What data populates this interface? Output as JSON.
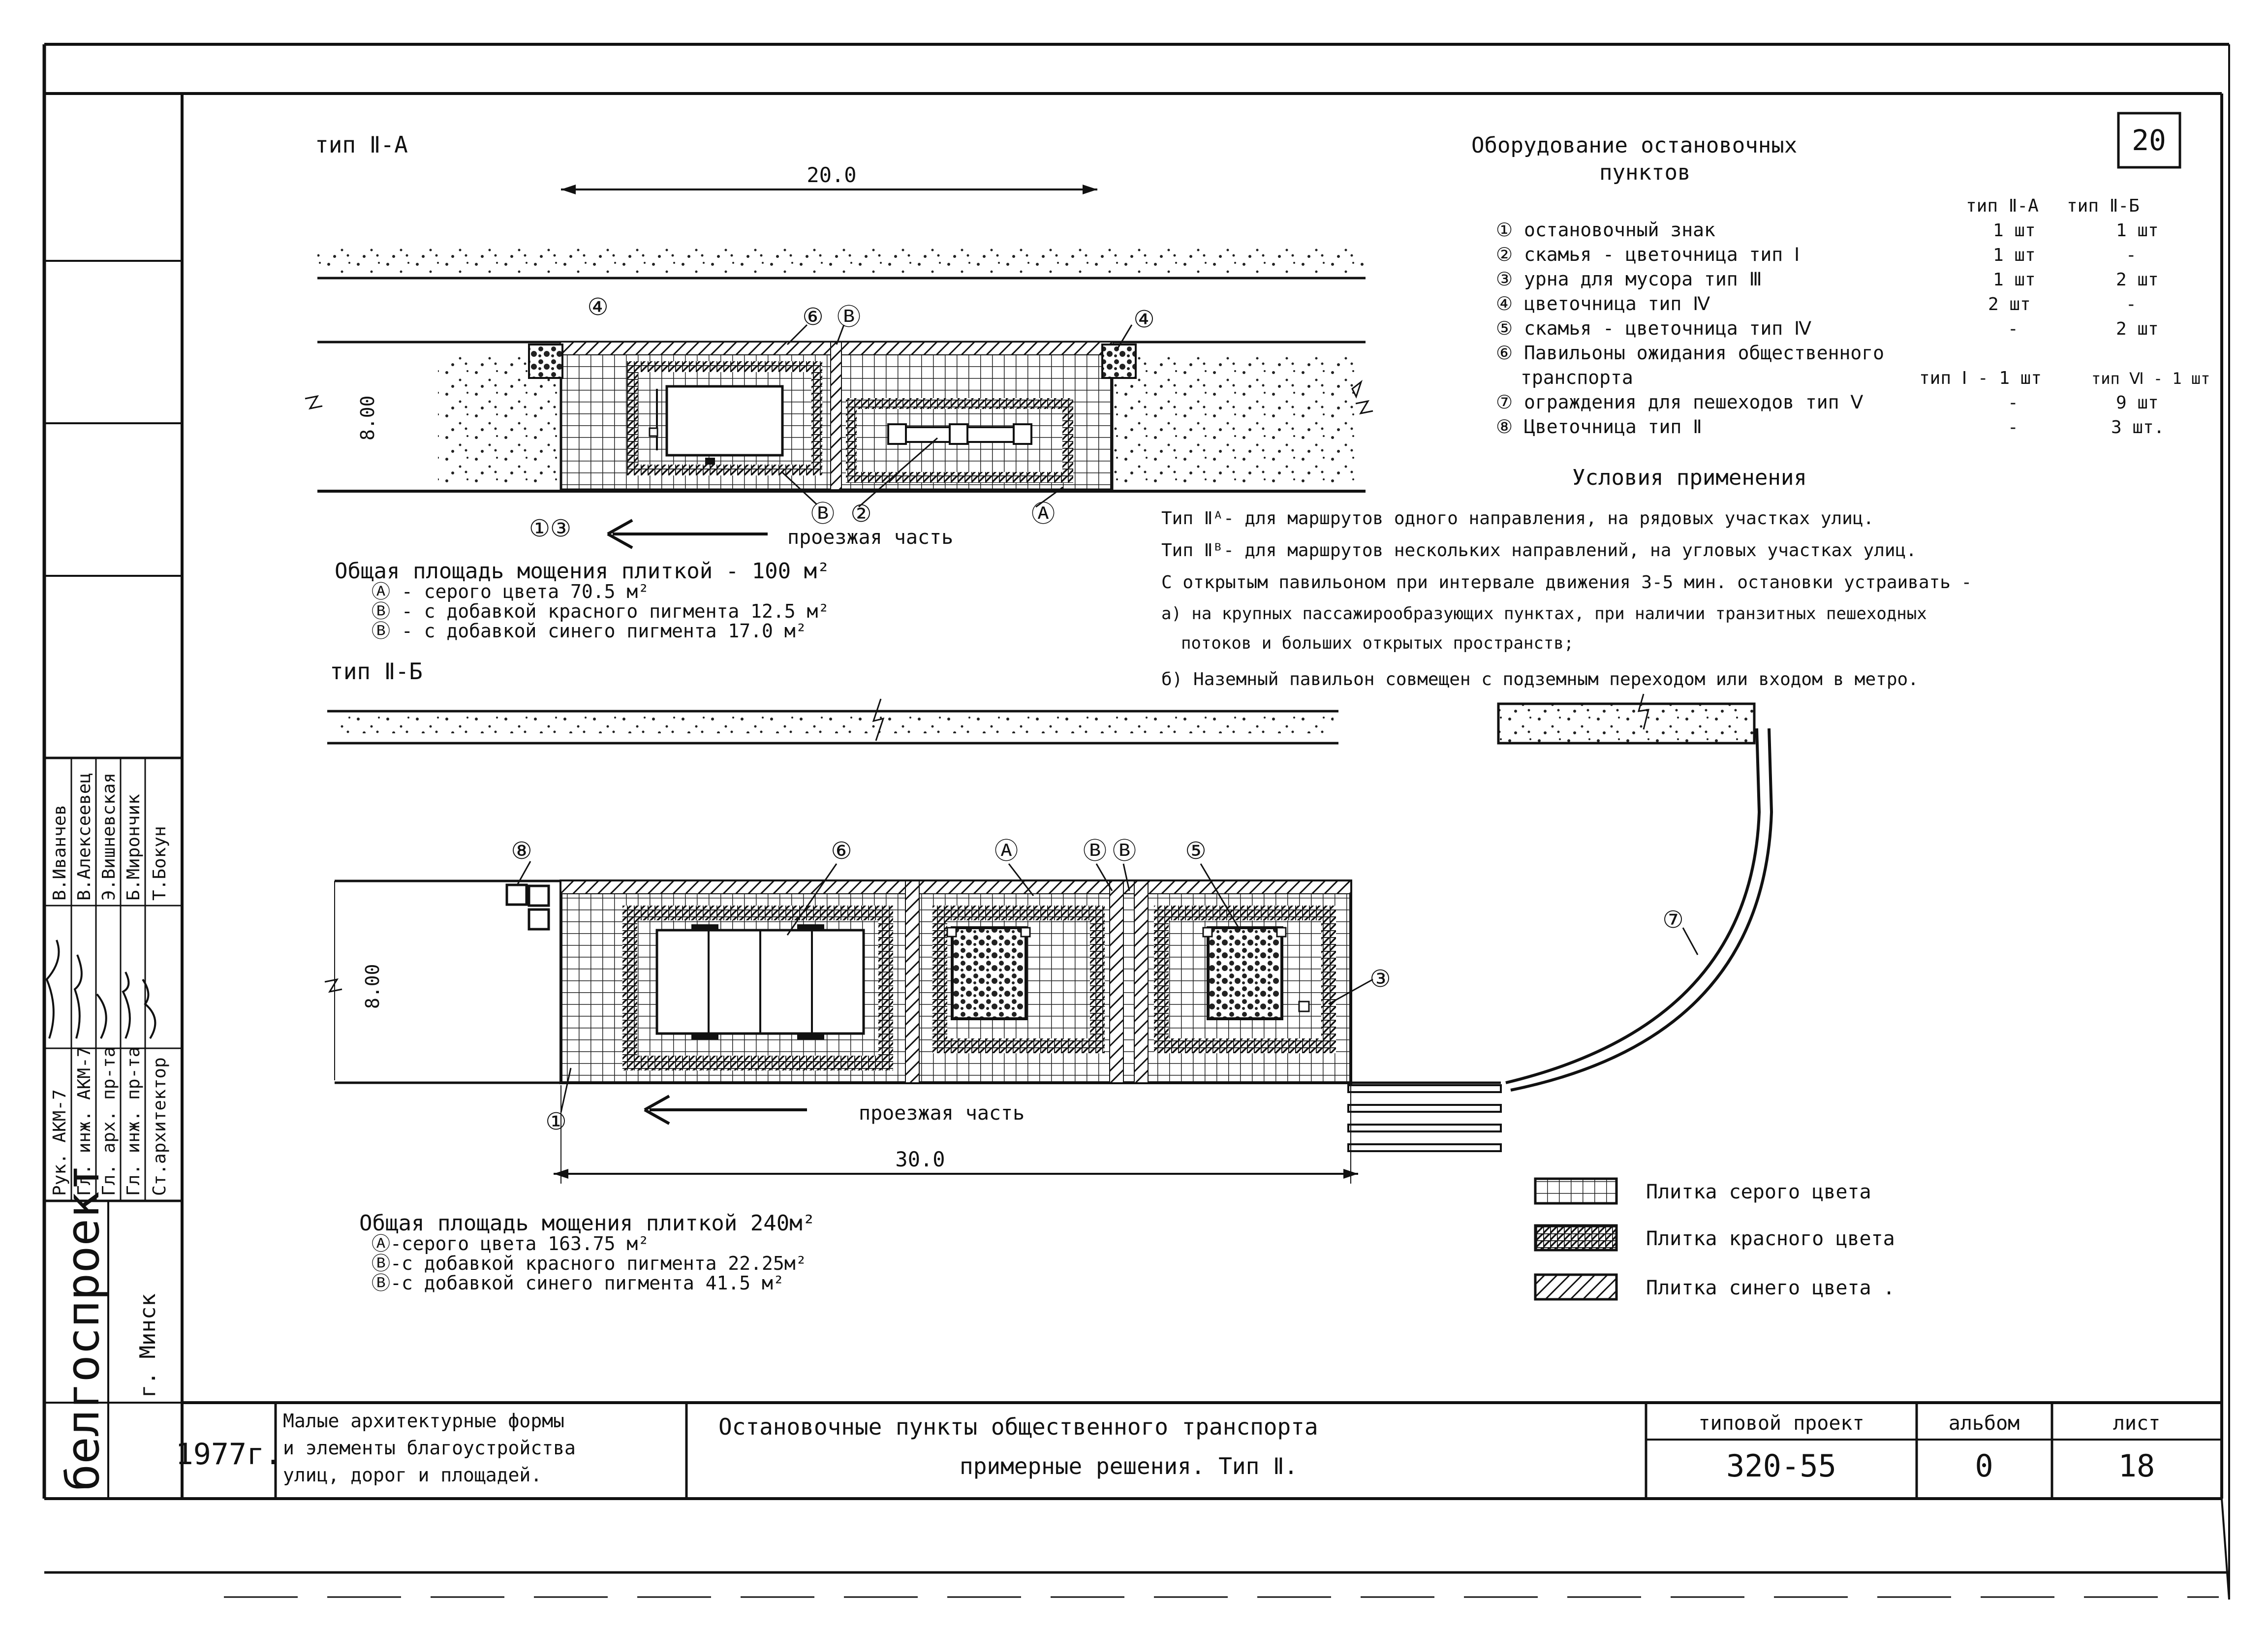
{
  "sheet": {
    "number": "20",
    "stamp_org": "белгоспроект",
    "stamp_city": "г. Минск",
    "roles": [
      {
        "role": "Рук. АКМ-7",
        "name": "В.Иванчев"
      },
      {
        "role": "Гл. инж. АКМ-7",
        "name": "В.Алексеевец"
      },
      {
        "role": "Гл. арх. пр-та",
        "name": "Э.Вишневская"
      },
      {
        "role": "Гл. инж. пр-та",
        "name": "Б.Мирончик"
      },
      {
        "role": "Ст.архитектор",
        "name": "Т.Бокун"
      }
    ]
  },
  "plan_a": {
    "title": "тип Ⅱ-А",
    "length": "20.0",
    "width": "8.00",
    "road_label": "проезжая часть",
    "markers_left": "①③",
    "callouts": {
      "m4_left": "④",
      "m6": "⑥",
      "m5": "Ⓑ",
      "m4_right": "④",
      "m_bottom_b": "Ⓑ",
      "m_bottom_2": "②",
      "m_bottom_a": "Ⓐ"
    },
    "area_title": "Общая площадь мощения плиткой - 100 м²",
    "area_items": [
      "Ⓐ - серого цвета 70.5 м²",
      "Ⓑ - с добавкой красного пигмента 12.5 м²",
      "Ⓑ - с добавкой синего пигмента 17.0 м²"
    ]
  },
  "plan_b": {
    "title": "тип Ⅱ-Б",
    "length": "30.0",
    "width": "8.00",
    "road_label": "проезжая часть",
    "callouts": {
      "m8": "⑧",
      "m6": "⑥",
      "mA": "Ⓐ",
      "mB1": "Ⓑ",
      "mB2": "Ⓑ",
      "m5": "⑤",
      "m3": "③",
      "m1": "①",
      "m7": "⑦"
    },
    "area_title": "Общая площадь мощения плиткой 240м²",
    "area_items": [
      "Ⓐ-серого цвета 163.75 м²",
      "Ⓑ-с добавкой красного пигмента 22.25м²",
      "Ⓑ-с добавкой синего пигмента 41.5 м²"
    ]
  },
  "equipment": {
    "title_line1": "Оборудование остановочных",
    "title_line2": "пунктов",
    "col_a": "тип Ⅱ-А",
    "col_b": "тип Ⅱ-Б",
    "rows": [
      {
        "label": "① остановочный знак",
        "a": "1 шт",
        "b": "1 шт"
      },
      {
        "label": "② скамья - цветочница тип Ⅰ",
        "a": "1 шт",
        "b": "-"
      },
      {
        "label": "③ урна для мусора тип Ⅲ",
        "a": "1 шт",
        "b": "2 шт"
      },
      {
        "label": "④ цветочница тип Ⅳ",
        "a": "2 шт",
        "b": "-"
      },
      {
        "label": "⑤ скамья - цветочница тип Ⅳ",
        "a": "-",
        "b": "2 шт"
      },
      {
        "label": "⑥ Павильоны ожидания общественного",
        "a": "",
        "b": ""
      },
      {
        "label": "транспорта",
        "a": "тип Ⅰ - 1 шт",
        "b": "тип Ⅵ - 1 шт"
      },
      {
        "label": "⑦ ограждения для пешеходов тип Ⅴ",
        "a": "-",
        "b": "9 шт"
      },
      {
        "label": "⑧ Цветочница тип Ⅱ",
        "a": "-",
        "b": "3 шт."
      }
    ]
  },
  "conditions": {
    "title": "Условия применения",
    "lines": [
      "Тип Ⅱᴬ- для маршрутов одного направления, на рядовых участках улиц.",
      "Тип Ⅱᴮ- для маршрутов нескольких направлений, на угловых участках улиц.",
      "С открытым павильоном при интервале движения 3-5 мин. остановки устраивать -",
      "а) на крупных пассажирообразующих пунктах, при наличии транзитных пешеходных",
      "потоков и больших открытых пространств;",
      "б) Наземный павильон совмещен с подземным переходом или входом в метро."
    ]
  },
  "legend": [
    {
      "label": "Плитка серого цвета",
      "pattern": "grid"
    },
    {
      "label": "Плитка красного цвета",
      "pattern": "dense"
    },
    {
      "label": "Плитка синего цвета .",
      "pattern": "hatch"
    }
  ],
  "title_block": {
    "year": "1977г.",
    "series": [
      "Малые архитектурные формы",
      "и элементы благоустройства",
      "улиц, дорог и площадей."
    ],
    "drawing_title_1": "Остановочные пункты общественного транспорта",
    "drawing_title_2": "примерные решения. Тип Ⅱ.",
    "project_label": "типовой проект",
    "project_value": "320-55",
    "album_label": "альбом",
    "album_value": "0",
    "sheet_label": "лист",
    "sheet_value": "18"
  }
}
